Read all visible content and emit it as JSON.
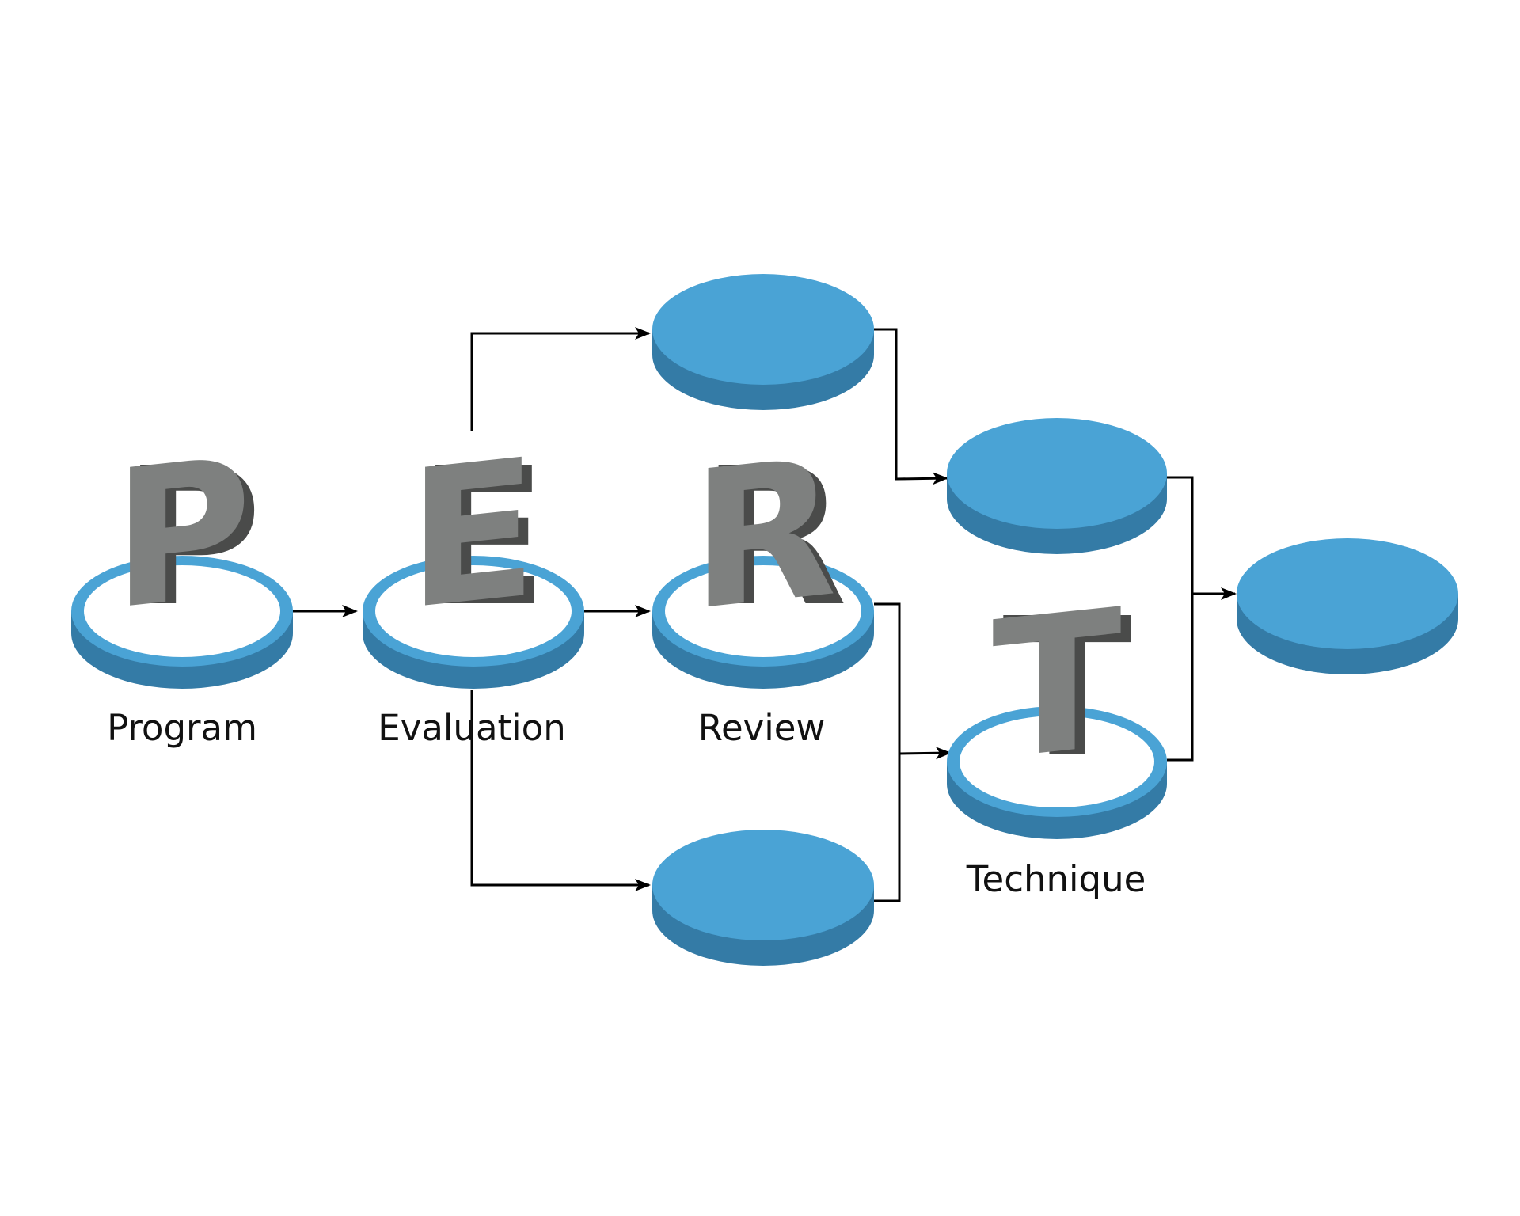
{
  "diagram": {
    "letters": {
      "p": "P",
      "e": "E",
      "r": "R",
      "t": "T"
    },
    "labels": {
      "program": "Program",
      "evaluation": "Evaluation",
      "review": "Review",
      "technique": "Technique"
    },
    "nodes": {
      "program": {
        "letter": "P",
        "style": "ring"
      },
      "evaluation": {
        "letter": "E",
        "style": "ring"
      },
      "review": {
        "letter": "R",
        "style": "ring"
      },
      "technique": {
        "letter": "T",
        "style": "ring"
      },
      "top_branch": {
        "style": "solid"
      },
      "bottom_branch": {
        "style": "solid"
      },
      "upper_merge": {
        "style": "solid"
      },
      "final": {
        "style": "solid"
      }
    },
    "colors": {
      "node_top": "#4aa3d5",
      "node_side": "#347ba6",
      "ring_inner": "#ffffff",
      "letter_face": "#7e807f",
      "letter_side": "#545554",
      "connector": "#000000",
      "background": "#ffffff"
    }
  }
}
